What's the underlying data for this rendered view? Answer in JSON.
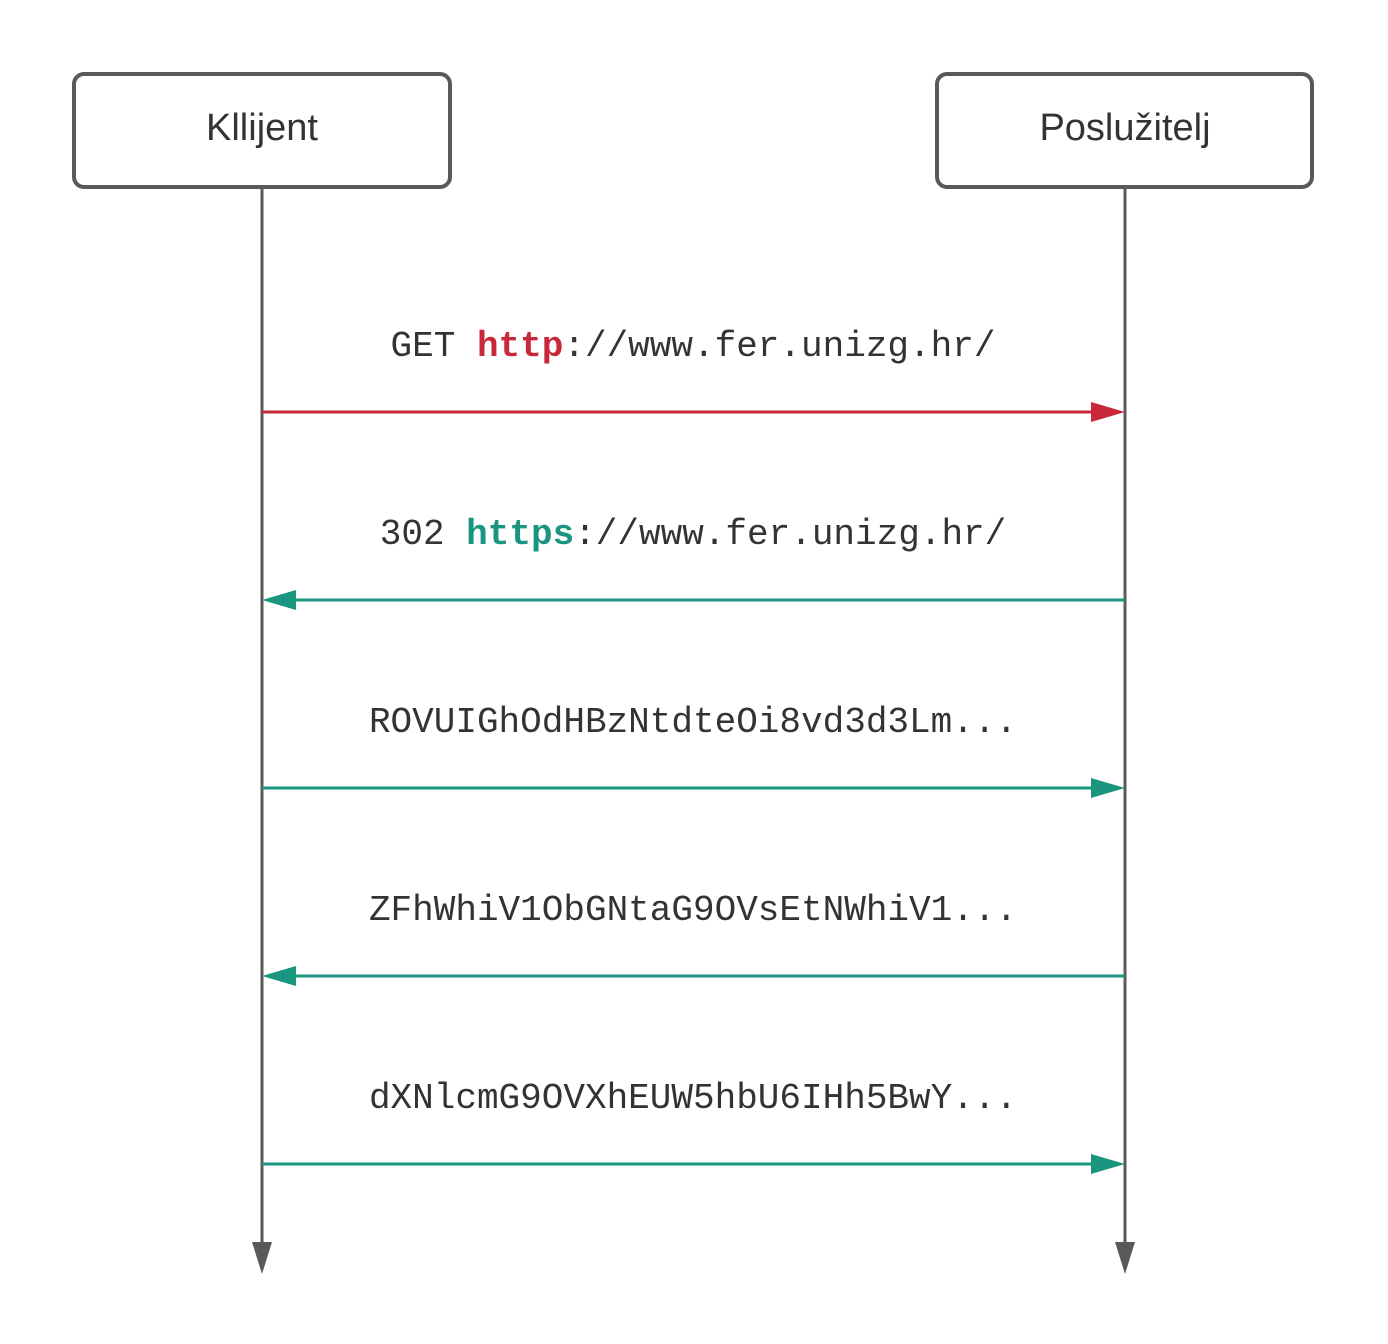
{
  "actors": {
    "client": "Kllijent",
    "server": "Poslužitelj"
  },
  "messages": [
    {
      "direction": "client-to-server",
      "color": "#c8283a",
      "parts": [
        {
          "text": "GET ",
          "emphasis": false
        },
        {
          "text": "http",
          "emphasis": true
        },
        {
          "text": "://www.fer.unizg.hr/",
          "emphasis": false
        }
      ]
    },
    {
      "direction": "server-to-client",
      "color": "#1a9680",
      "parts": [
        {
          "text": "302 ",
          "emphasis": false
        },
        {
          "text": "https",
          "emphasis": true
        },
        {
          "text": "://www.fer.unizg.hr/",
          "emphasis": false
        }
      ]
    },
    {
      "direction": "client-to-server",
      "color": "#1a9680",
      "parts": [
        {
          "text": "ROVUIGhOdHBzNtdteOi8vd3d3Lm...",
          "emphasis": false
        }
      ]
    },
    {
      "direction": "server-to-client",
      "color": "#1a9680",
      "parts": [
        {
          "text": "ZFhWhiV1ObGNtaG9OVsEtNWhiV1...",
          "emphasis": false
        }
      ]
    },
    {
      "direction": "client-to-server",
      "color": "#1a9680",
      "parts": [
        {
          "text": "dXNlcmG9OVXhEUW5hbU6IHh5BwY...",
          "emphasis": false
        }
      ]
    }
  ],
  "colors": {
    "lifeline": "#595959",
    "box_border": "#595959",
    "text": "#333333"
  }
}
